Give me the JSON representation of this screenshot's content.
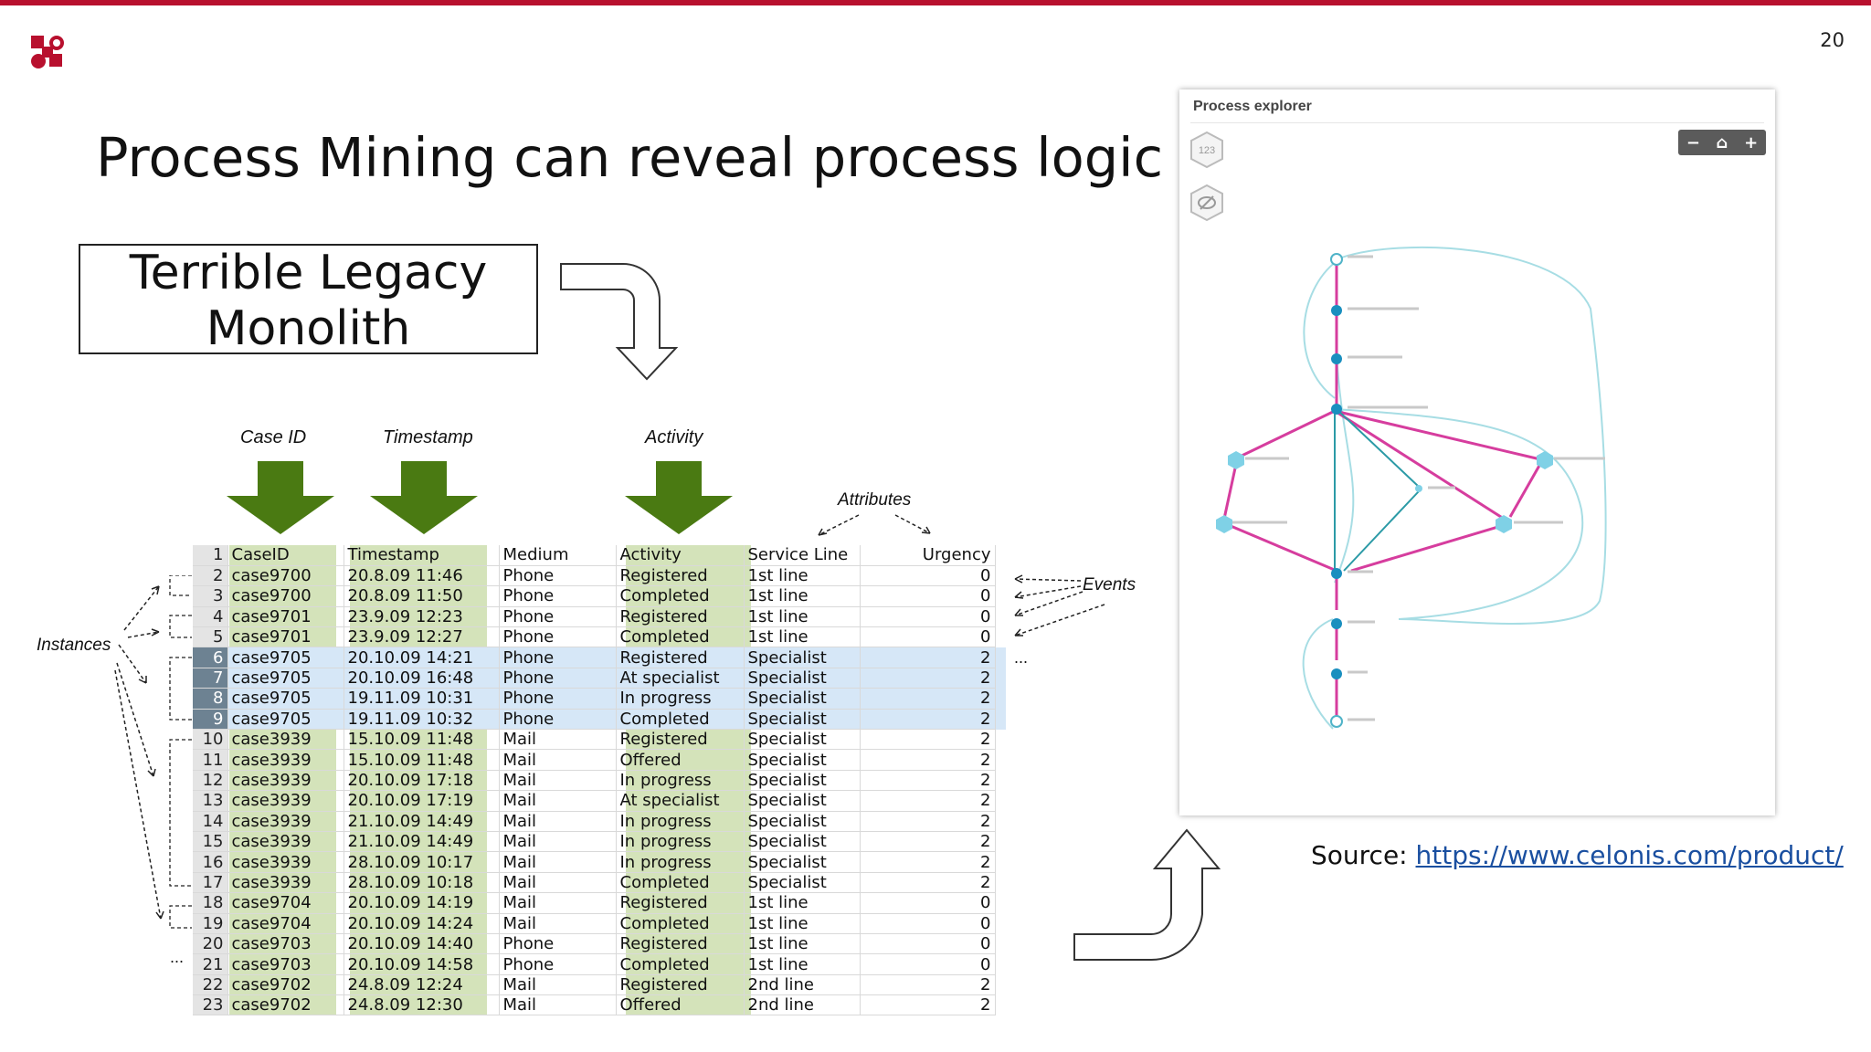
{
  "slide": {
    "page_number": "20",
    "title": "Process Mining can reveal process logic",
    "monolith_line1": "Terrible Legacy",
    "monolith_line2": "Monolith",
    "source_label": "Source: ",
    "source_link": "https://www.celonis.com/product/"
  },
  "figure": {
    "col_case": "Case ID",
    "col_timestamp": "Timestamp",
    "col_activity": "Activity",
    "attributes": "Attributes",
    "events": "Events",
    "instances": "Instances",
    "ellipsis": "..."
  },
  "log": {
    "header": [
      "1",
      "CaseID",
      "Timestamp",
      "Medium",
      "Activity",
      "Service Line",
      "Urgency"
    ],
    "rows": [
      [
        "2",
        "case9700",
        "20.8.09 11:46",
        "Phone",
        "Registered",
        "1st line",
        "0"
      ],
      [
        "3",
        "case9700",
        "20.8.09 11:50",
        "Phone",
        "Completed",
        "1st line",
        "0"
      ],
      [
        "4",
        "case9701",
        "23.9.09 12:23",
        "Phone",
        "Registered",
        "1st line",
        "0"
      ],
      [
        "5",
        "case9701",
        "23.9.09 12:27",
        "Phone",
        "Completed",
        "1st line",
        "0"
      ],
      [
        "6",
        "case9705",
        "20.10.09 14:21",
        "Phone",
        "Registered",
        "Specialist",
        "2"
      ],
      [
        "7",
        "case9705",
        "20.10.09 16:48",
        "Phone",
        "At specialist",
        "Specialist",
        "2"
      ],
      [
        "8",
        "case9705",
        "19.11.09 10:31",
        "Phone",
        "In progress",
        "Specialist",
        "2"
      ],
      [
        "9",
        "case9705",
        "19.11.09 10:32",
        "Phone",
        "Completed",
        "Specialist",
        "2"
      ],
      [
        "10",
        "case3939",
        "15.10.09 11:48",
        "Mail",
        "Registered",
        "Specialist",
        "2"
      ],
      [
        "11",
        "case3939",
        "15.10.09 11:48",
        "Mail",
        "Offered",
        "Specialist",
        "2"
      ],
      [
        "12",
        "case3939",
        "20.10.09 17:18",
        "Mail",
        "In progress",
        "Specialist",
        "2"
      ],
      [
        "13",
        "case3939",
        "20.10.09 17:19",
        "Mail",
        "At specialist",
        "Specialist",
        "2"
      ],
      [
        "14",
        "case3939",
        "21.10.09 14:49",
        "Mail",
        "In progress",
        "Specialist",
        "2"
      ],
      [
        "15",
        "case3939",
        "21.10.09 14:49",
        "Mail",
        "In progress",
        "Specialist",
        "2"
      ],
      [
        "16",
        "case3939",
        "28.10.09 10:17",
        "Mail",
        "In progress",
        "Specialist",
        "2"
      ],
      [
        "17",
        "case3939",
        "28.10.09 10:18",
        "Mail",
        "Completed",
        "Specialist",
        "2"
      ],
      [
        "18",
        "case9704",
        "20.10.09 14:19",
        "Mail",
        "Registered",
        "1st line",
        "0"
      ],
      [
        "19",
        "case9704",
        "20.10.09 14:24",
        "Mail",
        "Completed",
        "1st line",
        "0"
      ],
      [
        "20",
        "case9703",
        "20.10.09 14:40",
        "Phone",
        "Registered",
        "1st line",
        "0"
      ],
      [
        "21",
        "case9703",
        "20.10.09 14:58",
        "Phone",
        "Completed",
        "1st line",
        "0"
      ],
      [
        "22",
        "case9702",
        "24.8.09 12:24",
        "Mail",
        "Registered",
        "2nd line",
        "2"
      ],
      [
        "23",
        "case9702",
        "24.8.09 12:30",
        "Mail",
        "Offered",
        "2nd line",
        "2"
      ]
    ]
  },
  "explorer": {
    "title": "Process explorer",
    "zoom_minus": "−",
    "zoom_home": "⌂",
    "zoom_plus": "+",
    "kpi_button": "123"
  }
}
